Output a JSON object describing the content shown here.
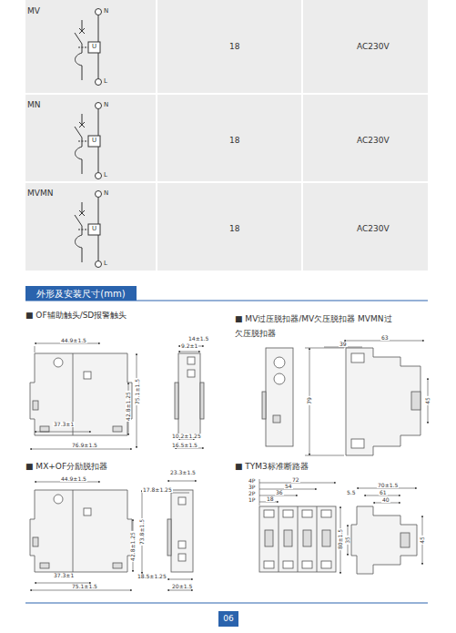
{
  "diagram": {
    "nodes": [
      {
        "text": [
          "外形及安装尺寸(mm)"
        ]
      },
      {
        "text": [
          "06"
        ]
      }
    ],
    "labels": [
      "MV",
      "N",
      "L",
      "18",
      "AC230V",
      "MN",
      "N",
      "L",
      "18",
      "AC230V",
      "MVMN",
      "N",
      "L",
      "18",
      "AC230V",
      "■ OF辅助触头/SD报警触头",
      "■ MV过压脱扣器/MV欠压脱扣器 MVMN过欠压脱扣器",
      "■ MX+OF分励脱扣器",
      "■ TYM3标准断路器",
      "44.9±1.5",
      "14±1.5",
      "9.2±1",
      "75.1±1.5",
      "42.8±1.25",
      "37.3±1",
      "76.9±1.5",
      "10.2±1.25",
      "16.5±1.5",
      "63",
      "39",
      "79",
      "45",
      "44.9±1.5",
      "23.3±1.5",
      "17.8±1.25",
      "73.8±1.5",
      "42.8±1.25",
      "37.3±1",
      "75.1±1.5",
      "18.5±1.25",
      "20±1.5",
      "4P",
      "3P",
      "2P",
      "1P",
      "72",
      "54",
      "36",
      "18",
      "70±1.5",
      "61",
      "40",
      "5.5",
      "80±1.5",
      "35",
      "45",
      "U",
      "U",
      "U"
    ]
  }
}
